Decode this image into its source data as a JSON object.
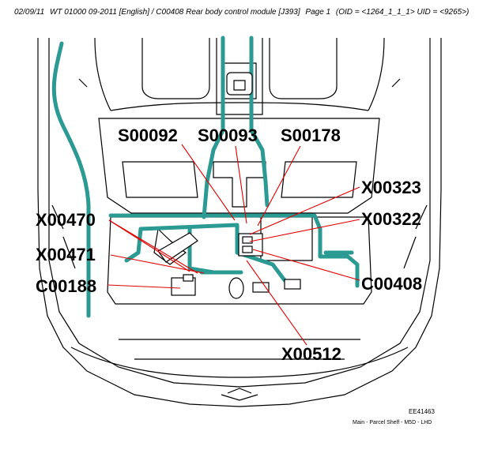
{
  "header": {
    "date": "02/09/11",
    "doc": "WT 01000 09-2011 [English] / C00408 Rear body control module [J393]",
    "page": "Page 1",
    "ids": "(OID = <1264_1_1_1> UID = <9265>)"
  },
  "labels": {
    "s00092": "S00092",
    "s00093": "S00093",
    "s00178": "S00178",
    "x00323": "X00323",
    "x00322": "X00322",
    "x00470": "X00470",
    "x00471": "X00471",
    "c00188": "C00188",
    "c00408": "C00408",
    "x00512": "X00512"
  },
  "footer": {
    "code": "EE41463",
    "caption": "Main - Parcel Shelf - M5D - LHD"
  },
  "colors": {
    "harness": "#2a9a92",
    "leader": "#e00000",
    "outline": "#000000"
  }
}
